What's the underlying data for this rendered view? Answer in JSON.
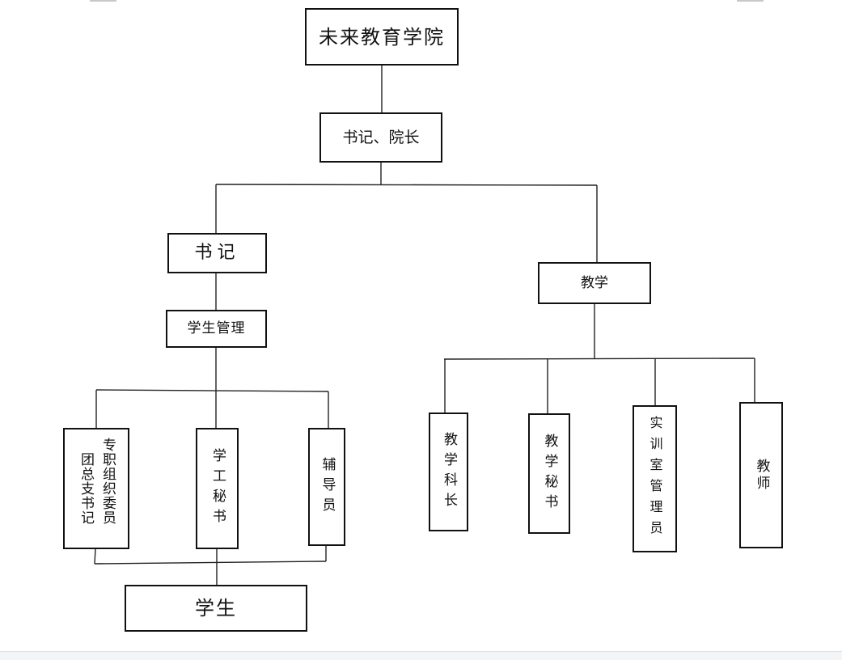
{
  "diagram": {
    "type": "org-chart",
    "root": {
      "label": "未来教育学院"
    },
    "leadership": {
      "label": "书记、院长"
    },
    "branches": {
      "left": {
        "label": "书记",
        "sub": {
          "label": "学生管理",
          "children": [
            {
              "label_col1": "专职组织委员",
              "label_col2": "团总支书记"
            },
            {
              "label": "学工秘书"
            },
            {
              "label": "辅导员"
            }
          ],
          "terminal": {
            "label": "学生"
          }
        }
      },
      "right": {
        "label": "教学",
        "children": [
          {
            "label": "教学科长"
          },
          {
            "label": "教学秘书"
          },
          {
            "label": "实训室管理员"
          },
          {
            "label": "教师"
          }
        ]
      }
    }
  }
}
